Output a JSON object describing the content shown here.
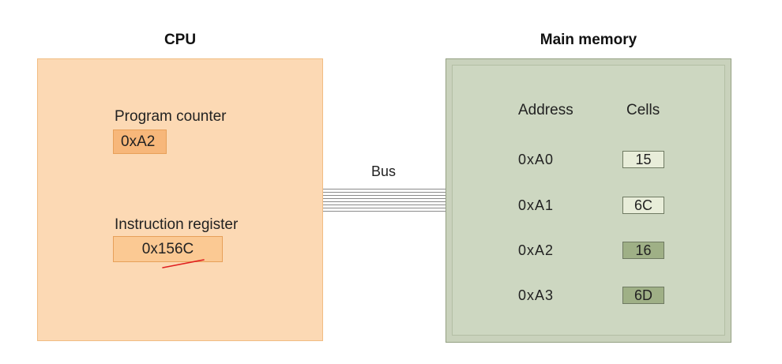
{
  "cpu": {
    "title": "CPU",
    "program_counter": {
      "label": "Program counter",
      "value": "0xA2"
    },
    "instruction_register": {
      "label": "Instruction register",
      "value": "0x156C"
    }
  },
  "bus": {
    "label": "Bus"
  },
  "memory": {
    "title": "Main memory",
    "address_header": "Address",
    "cells_header": "Cells",
    "rows": [
      {
        "address": "0xA0",
        "cell": "15",
        "highlight": false
      },
      {
        "address": "0xA1",
        "cell": "6C",
        "highlight": false
      },
      {
        "address": "0xA2",
        "cell": "16",
        "highlight": true
      },
      {
        "address": "0xA3",
        "cell": "6D",
        "highlight": true
      }
    ]
  },
  "colors": {
    "cpu_fill": "#fcd9b4",
    "register_fill": "#f7b77a",
    "memory_fill": "#c9d2bc",
    "cell_highlight": "#9fb086",
    "annotation_red": "#e02020"
  }
}
